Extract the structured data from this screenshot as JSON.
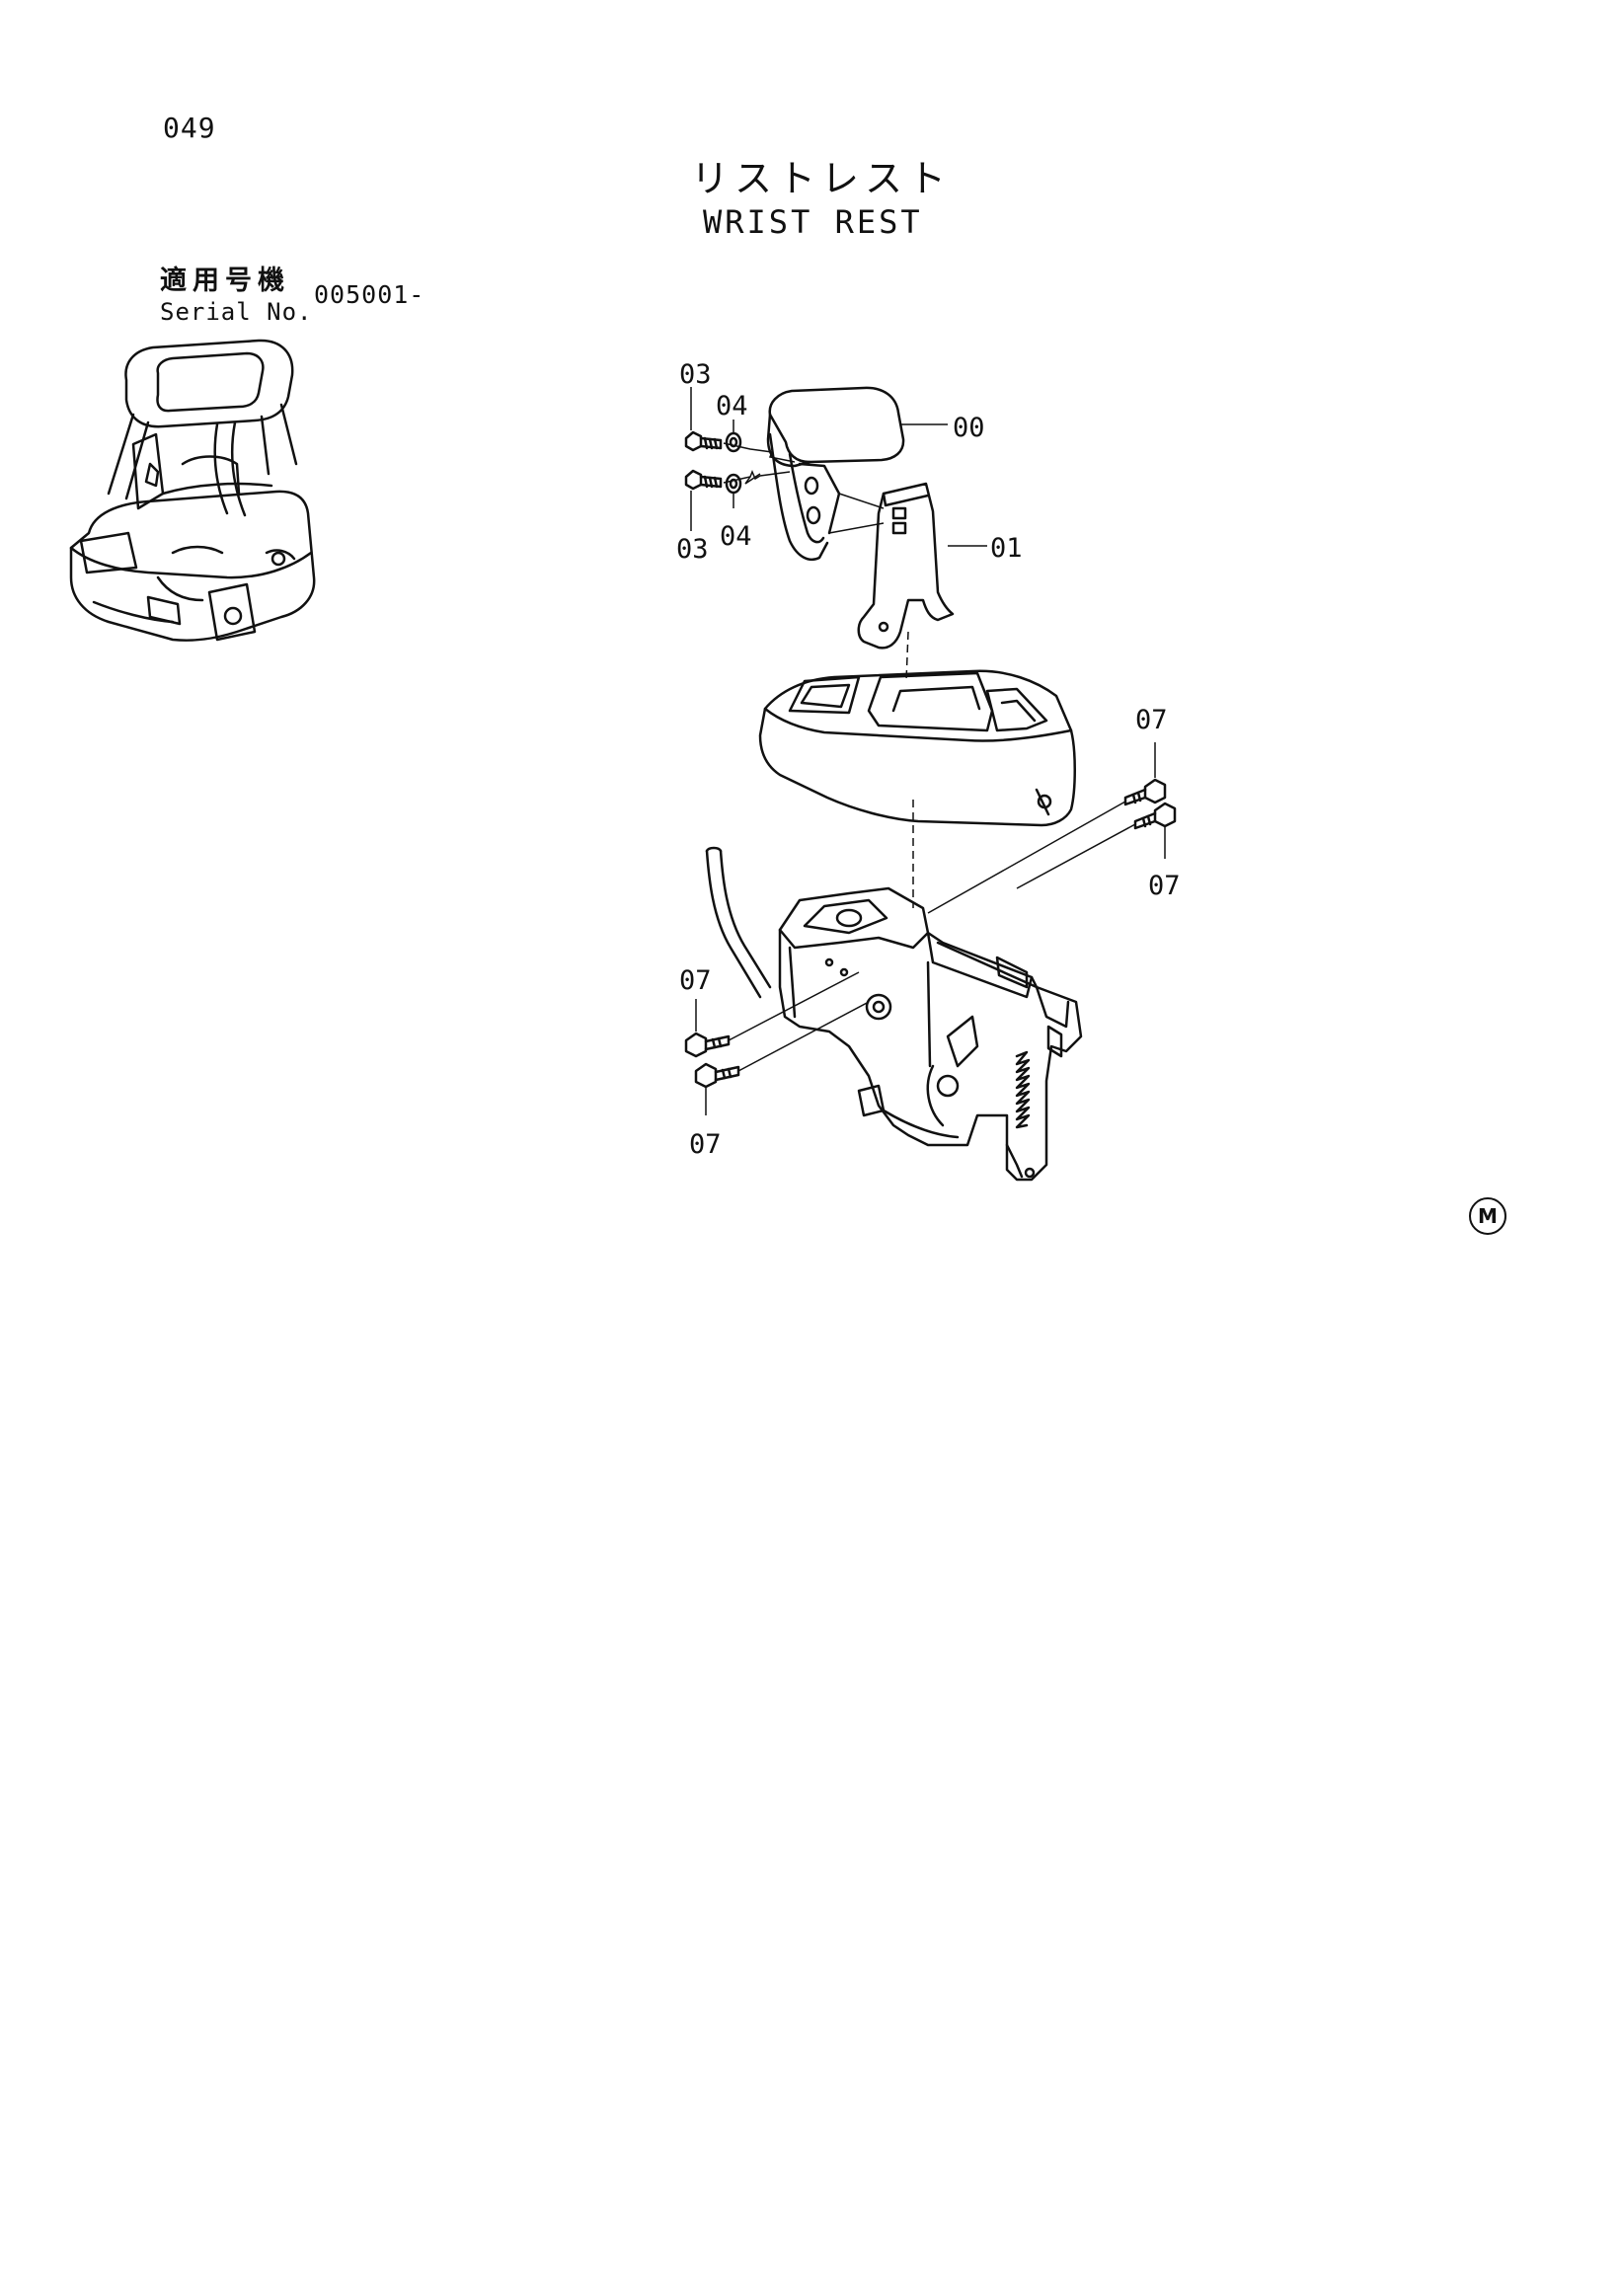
{
  "page_number": "049",
  "title_jp": "リストレスト",
  "title_en": "WRIST REST",
  "serial": {
    "label_jp": "適用号機",
    "label_en": "Serial No.",
    "value": "005001-"
  },
  "callouts": [
    "03",
    "04",
    "00",
    "03",
    "04",
    "01",
    "07",
    "07",
    "07",
    "07"
  ],
  "marker": "M"
}
